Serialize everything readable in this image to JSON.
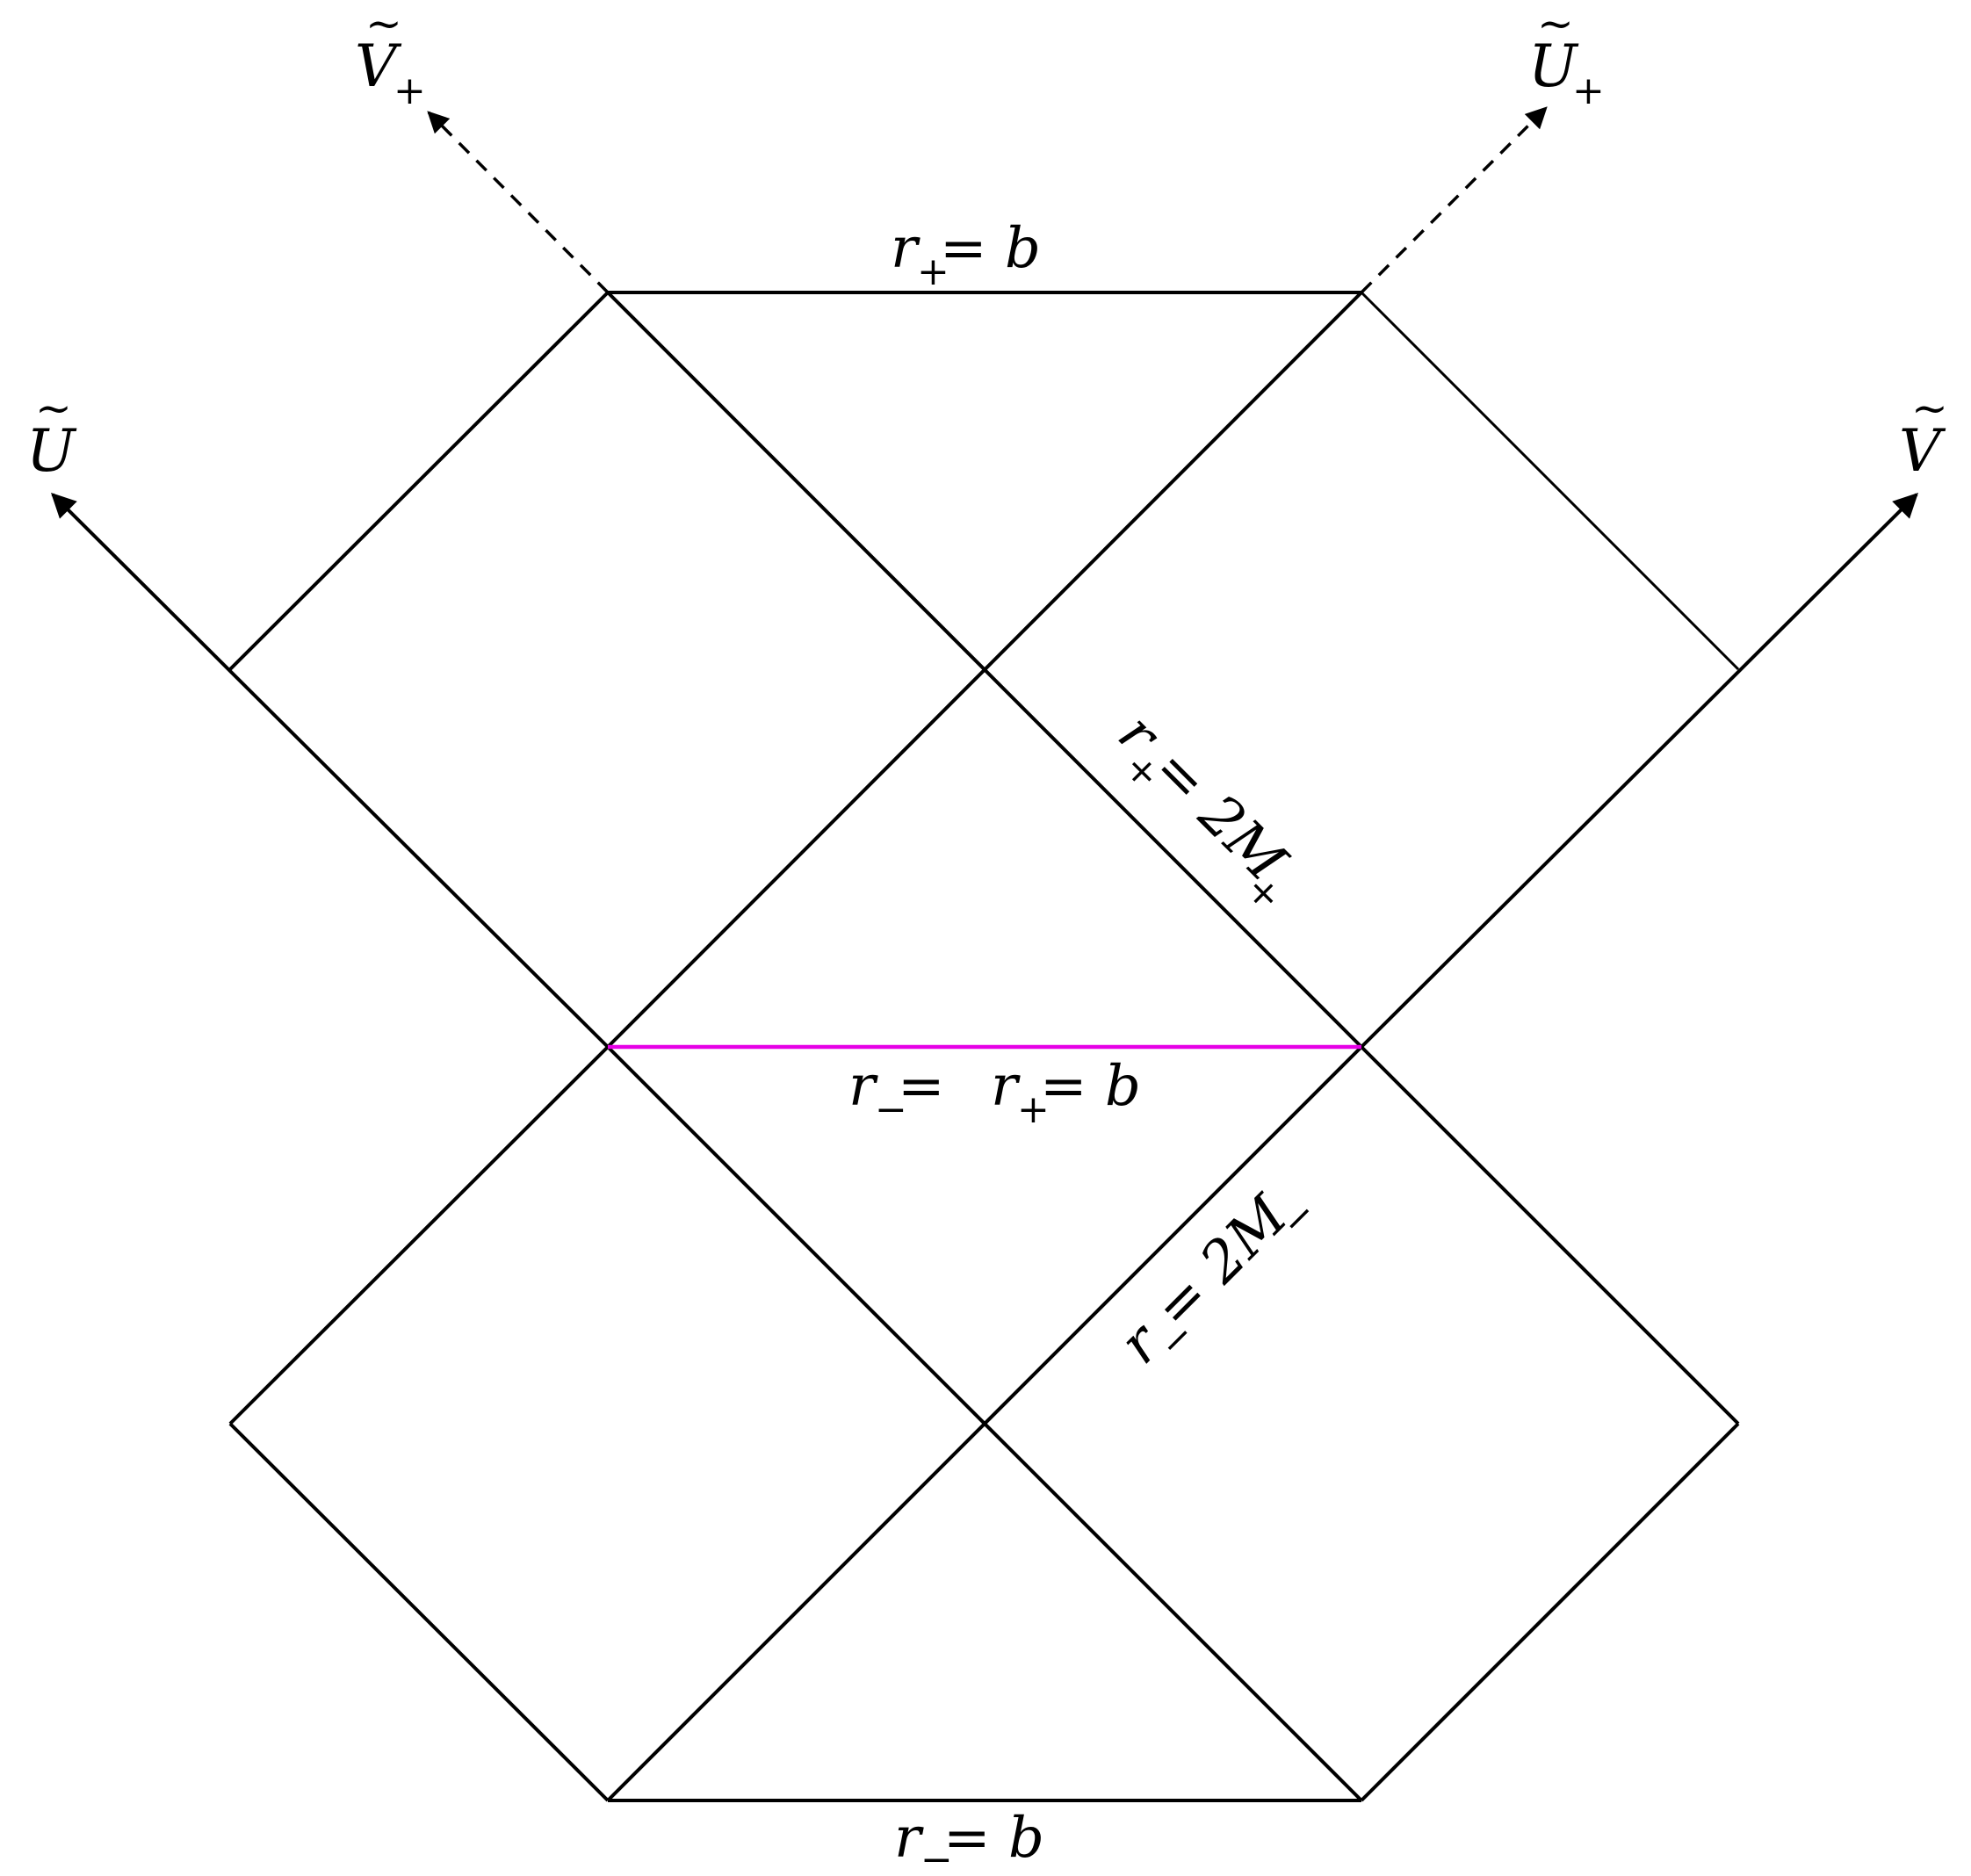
{
  "colors": {
    "line": "#000000",
    "highlight": "#e600e6",
    "background": "#ffffff"
  },
  "axes": {
    "u_tilde": {
      "base": "U",
      "tilde": "~"
    },
    "v_tilde": {
      "base": "V",
      "tilde": "~"
    },
    "v_tilde_plus": {
      "base": "V",
      "tilde": "~",
      "sub": "+"
    },
    "u_tilde_plus": {
      "base": "U",
      "tilde": "~",
      "sub": "+"
    }
  },
  "labels": {
    "top": {
      "r": "r",
      "sub": "+",
      "rest": " = b"
    },
    "junction": {
      "r1": "r",
      "sub1": "−",
      "mid": " = ",
      "r2": "r",
      "sub2": "+",
      "rest": " = b"
    },
    "bottom": {
      "r": "r",
      "sub": "−",
      "rest": " = b"
    },
    "horizon_plus": {
      "r": "r",
      "sub": "+",
      "rest": " = 2M",
      "sub2": "+"
    },
    "horizon_minus": {
      "r": "r",
      "sub": "−",
      "rest": " = 2M",
      "sub2": "−"
    }
  }
}
